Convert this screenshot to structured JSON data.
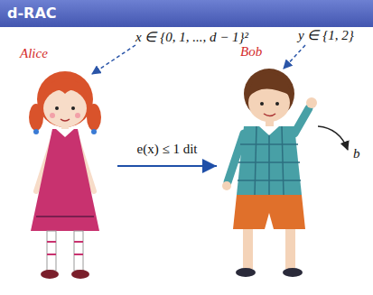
{
  "diagram": {
    "title": "d-RAC",
    "nodes": [
      {
        "text": [
          "Alice"
        ]
      },
      {
        "text": [
          "Bob"
        ]
      }
    ],
    "edges": [
      {
        "from": 0,
        "to": 1,
        "arrow": "to",
        "label": "e(x) ≤ 1 dit"
      }
    ],
    "labels": [
      "x ∈ {0, 1, ..., d − 1}²",
      "y ∈ {1, 2}",
      "b"
    ]
  }
}
